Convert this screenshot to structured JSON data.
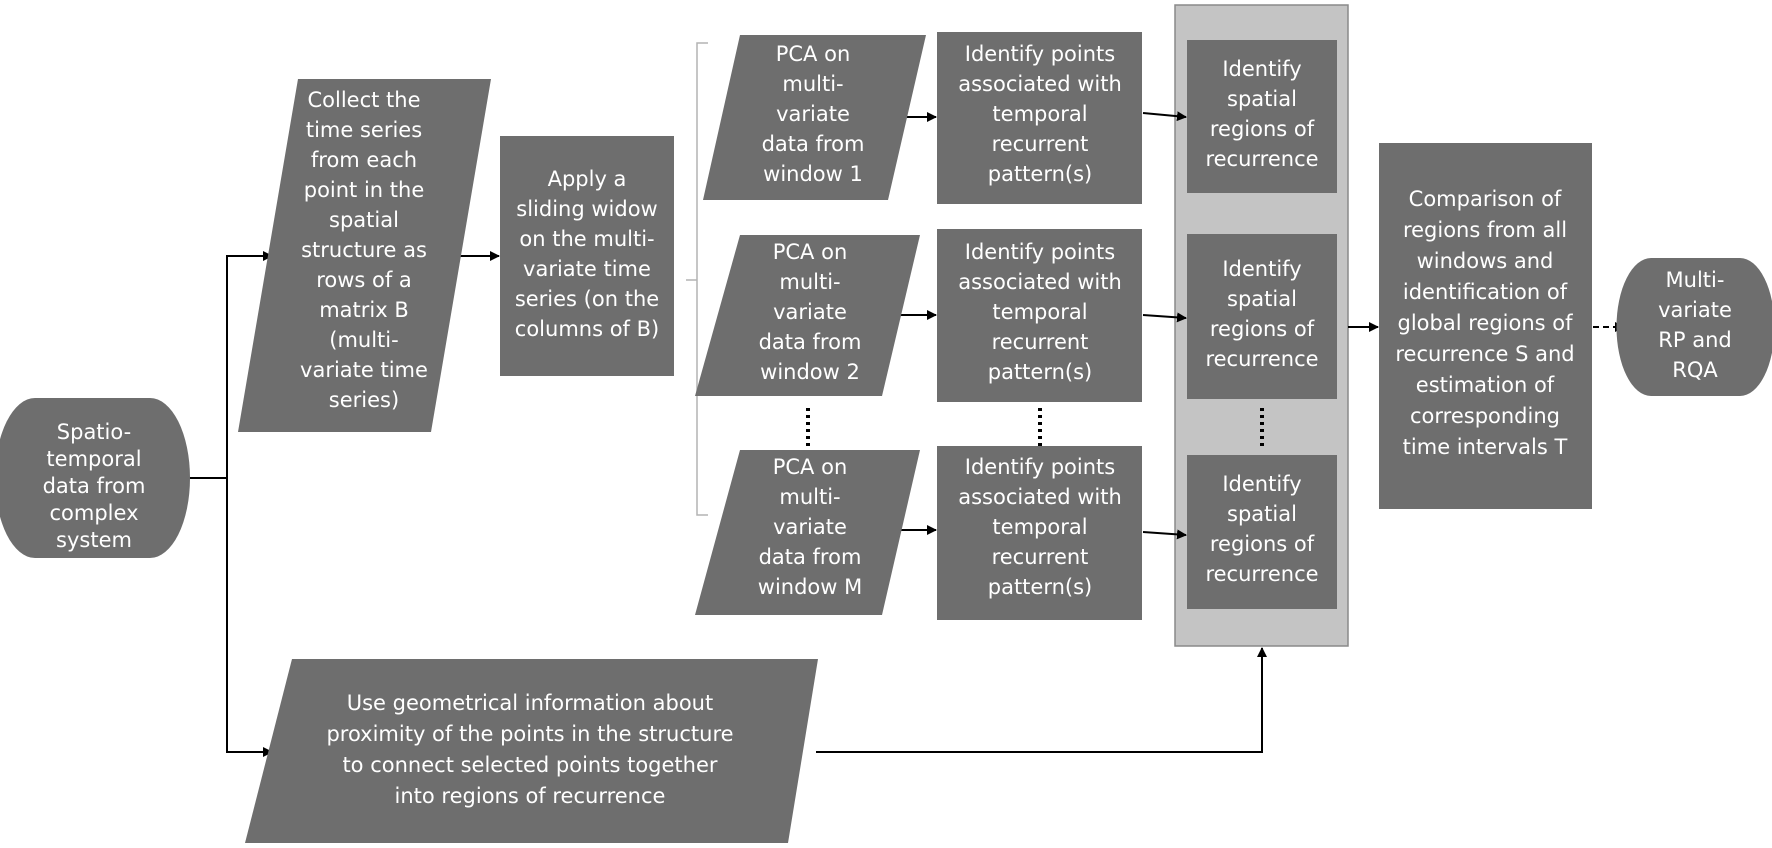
{
  "nodes": {
    "source": [
      "Spatio-",
      "temporal",
      "data from",
      "complex",
      "system"
    ],
    "collect": [
      "Collect the",
      "time series",
      "from each",
      "point in the",
      "spatial",
      "structure as",
      "rows of a",
      "matrix B",
      "(multi-",
      "variate time",
      "series)"
    ],
    "window": [
      "Apply a",
      "sliding widow",
      "on the multi-",
      "variate time",
      "series (on the",
      "columns of B)"
    ],
    "pca1": [
      "PCA on",
      "multi-",
      "variate",
      "data from",
      "window 1"
    ],
    "pca2": [
      "PCA on",
      "multi-",
      "variate",
      "data from",
      "window 2"
    ],
    "pcam": [
      "PCA on",
      "multi-",
      "variate",
      "data from",
      "window M"
    ],
    "identify_points_1": [
      "Identify points",
      "associated with",
      "temporal",
      "recurrent",
      "pattern(s)"
    ],
    "identify_points_2": [
      "Identify points",
      "associated with",
      "temporal",
      "recurrent",
      "pattern(s)"
    ],
    "identify_points_m": [
      "Identify points",
      "associated with",
      "temporal",
      "recurrent",
      "pattern(s)"
    ],
    "spatial_1": [
      "Identify",
      "spatial",
      "regions of",
      "recurrence"
    ],
    "spatial_2": [
      "Identify",
      "spatial",
      "regions of",
      "recurrence"
    ],
    "spatial_m": [
      "Identify",
      "spatial",
      "regions of",
      "recurrence"
    ],
    "comparison": [
      "Comparison of",
      "regions from all",
      "windows and",
      "identification of",
      "global regions of",
      "recurrence S and",
      "estimation of",
      "corresponding",
      "time intervals T"
    ],
    "output": [
      "Multi-",
      "variate",
      "RP and",
      "RQA"
    ],
    "geometry": [
      "Use geometrical information about",
      "proximity of the points in the structure",
      "to connect selected points together",
      "into regions of recurrence"
    ]
  },
  "colors": {
    "shape_fill": "#6e6e6e",
    "panel_fill": "#c4c4c4",
    "text": "#ffffff",
    "connector": "#000000"
  }
}
